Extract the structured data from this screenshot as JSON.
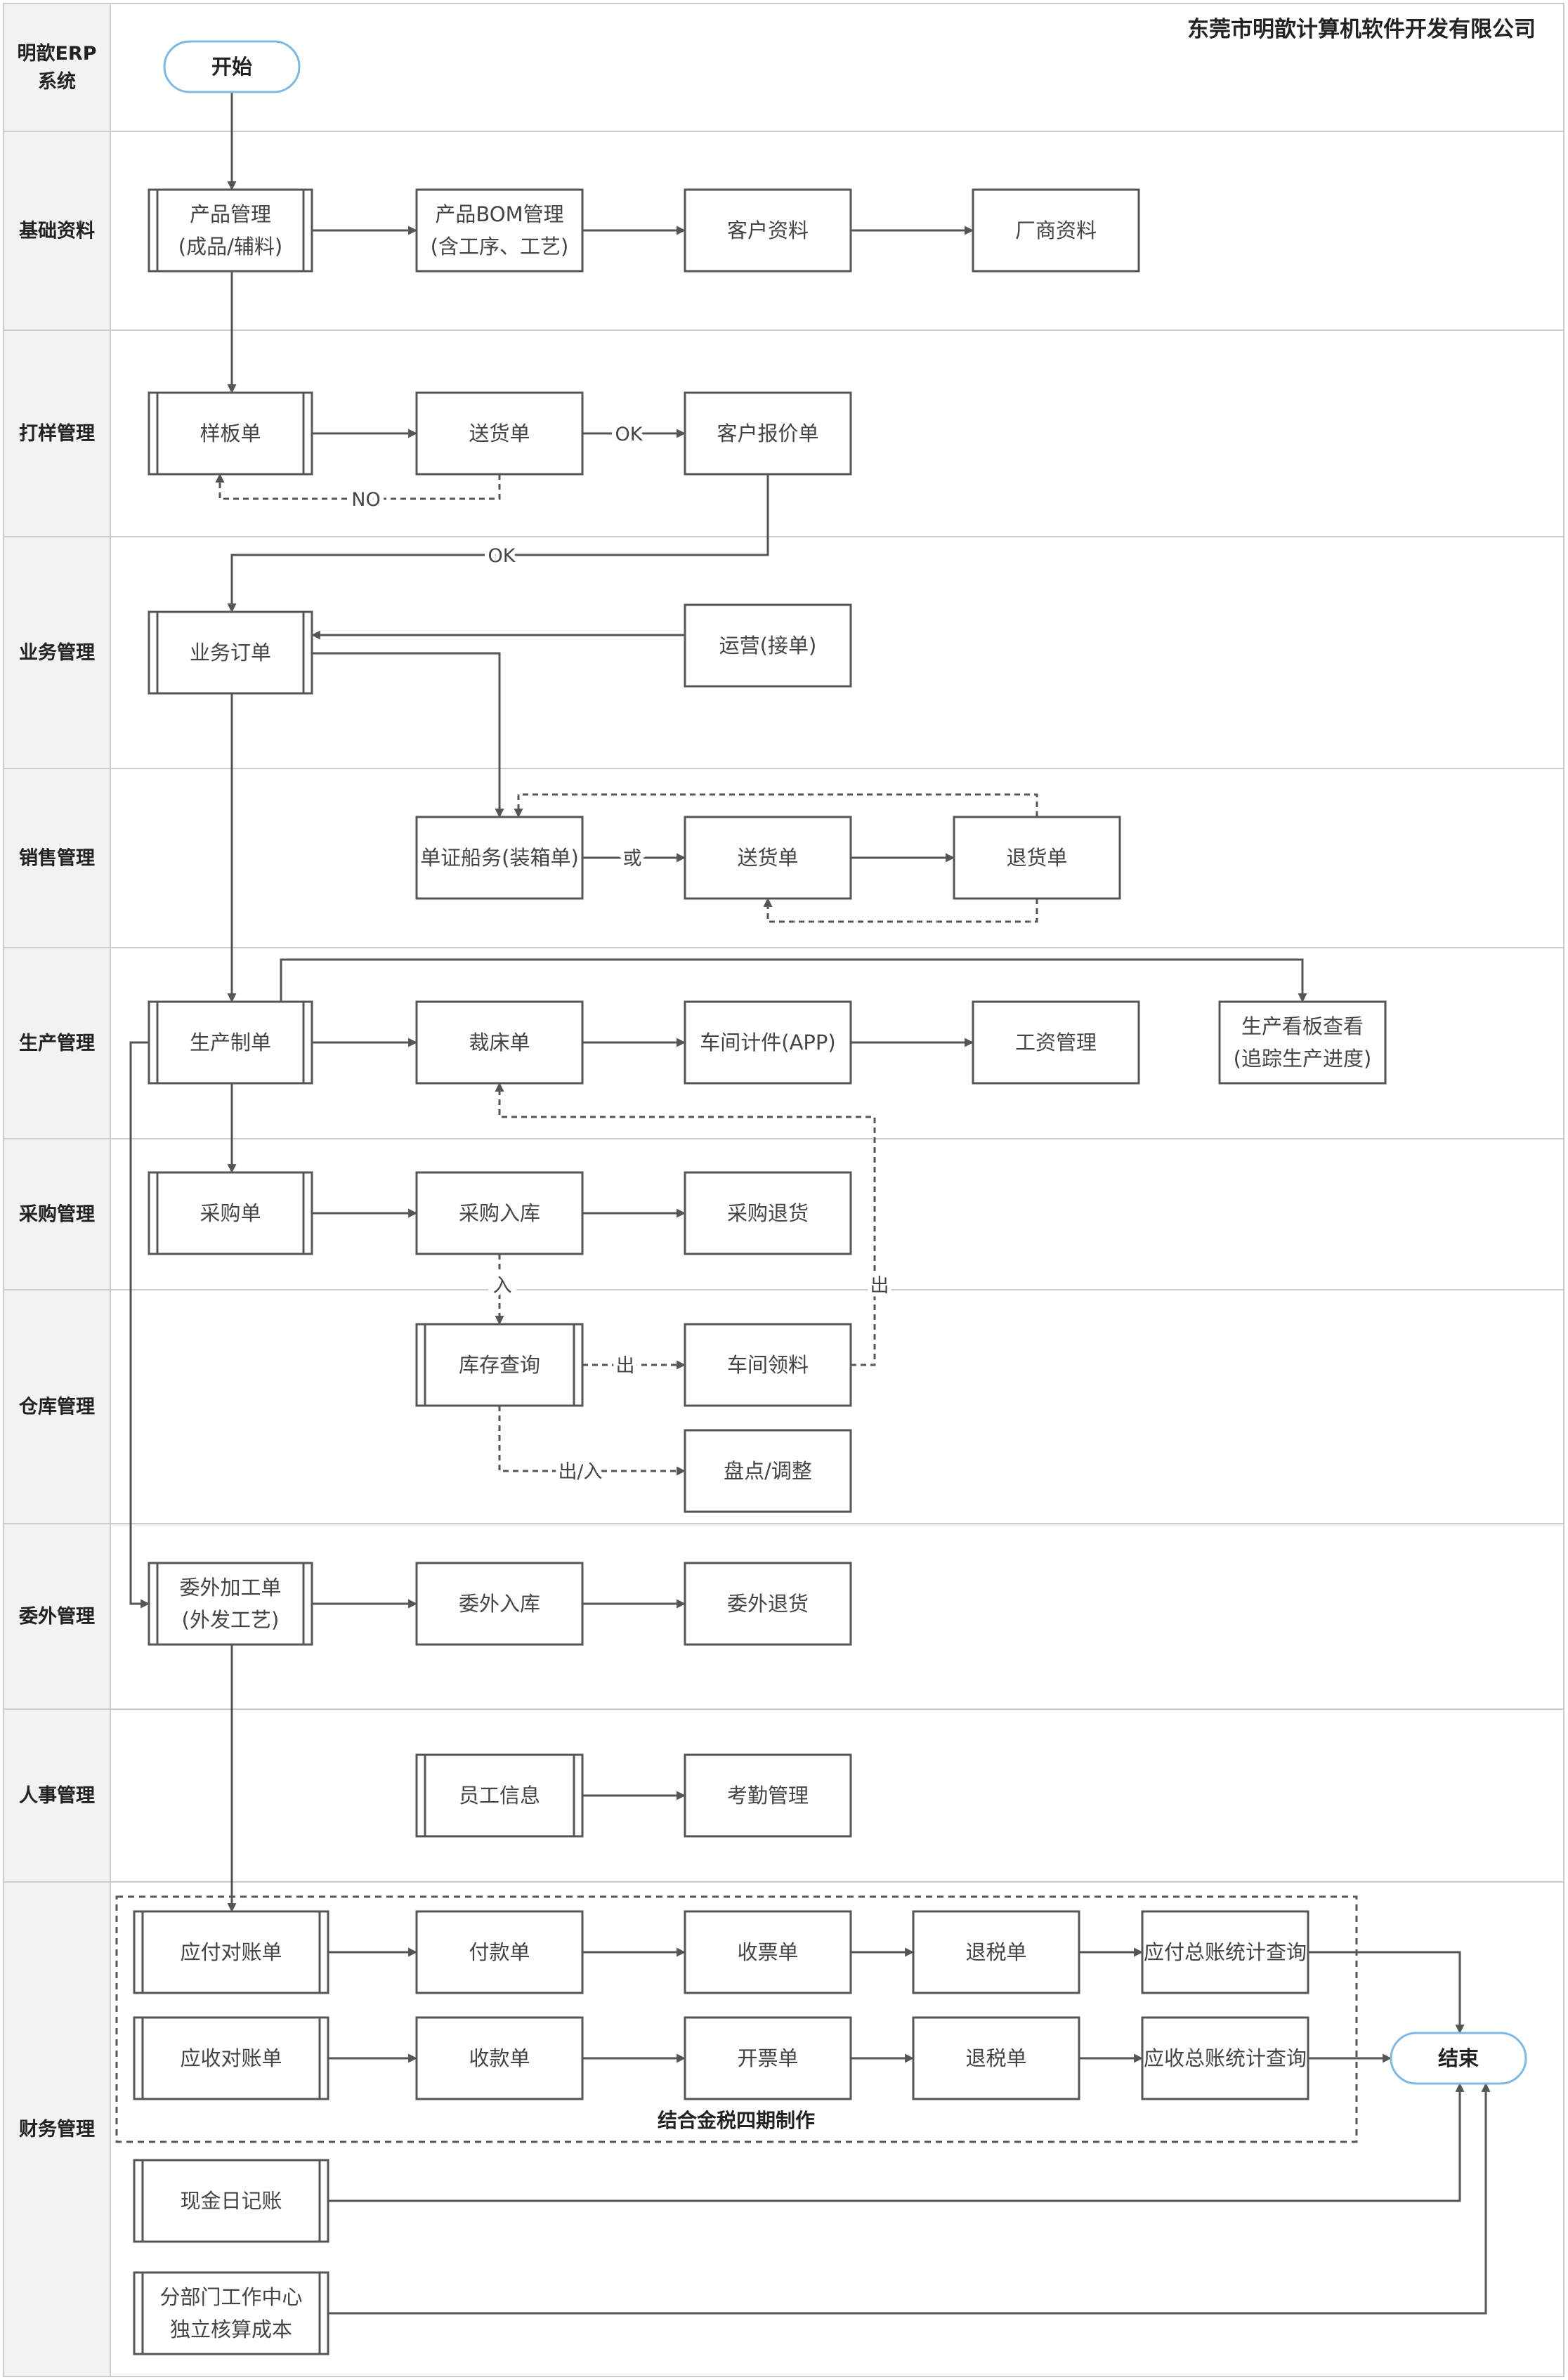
{
  "company": "东莞市明歆计算机软件开发有限公司",
  "lanes": [
    {
      "id": "system",
      "label": [
        "明歆ERP",
        "系统"
      ]
    },
    {
      "id": "basic",
      "label": [
        "基础资料"
      ]
    },
    {
      "id": "sample",
      "label": [
        "打样管理"
      ]
    },
    {
      "id": "business",
      "label": [
        "业务管理"
      ]
    },
    {
      "id": "sales",
      "label": [
        "销售管理"
      ]
    },
    {
      "id": "production",
      "label": [
        "生产管理"
      ]
    },
    {
      "id": "purchase",
      "label": [
        "采购管理"
      ]
    },
    {
      "id": "warehouse",
      "label": [
        "仓库管理"
      ]
    },
    {
      "id": "outsource",
      "label": [
        "委外管理"
      ]
    },
    {
      "id": "hr",
      "label": [
        "人事管理"
      ]
    },
    {
      "id": "finance",
      "label": [
        "财务管理"
      ]
    }
  ],
  "nodes": [
    {
      "id": "start",
      "type": "terminal",
      "label": [
        "开始"
      ]
    },
    {
      "id": "product",
      "type": "process",
      "label": [
        "产品管理",
        "(成品/辅料)"
      ]
    },
    {
      "id": "bom",
      "type": "box",
      "label": [
        "产品BOM管理",
        "(含工序、工艺)"
      ]
    },
    {
      "id": "customer",
      "type": "box",
      "label": [
        "客户资料"
      ]
    },
    {
      "id": "vendor",
      "type": "box",
      "label": [
        "厂商资料"
      ]
    },
    {
      "id": "sample_order",
      "type": "process",
      "label": [
        "样板单"
      ]
    },
    {
      "id": "sample_delivery",
      "type": "box",
      "label": [
        "送货单"
      ]
    },
    {
      "id": "quote",
      "type": "box",
      "label": [
        "客户报价单"
      ]
    },
    {
      "id": "order",
      "type": "process",
      "label": [
        "业务订单"
      ]
    },
    {
      "id": "ops",
      "type": "box",
      "label": [
        "运营(接单)"
      ]
    },
    {
      "id": "docs",
      "type": "box",
      "label": [
        "单证船务(装箱单)"
      ]
    },
    {
      "id": "sales_delivery",
      "type": "box",
      "label": [
        "送货单"
      ]
    },
    {
      "id": "return",
      "type": "box",
      "label": [
        "退货单"
      ]
    },
    {
      "id": "prod_order",
      "type": "process",
      "label": [
        "生产制单"
      ]
    },
    {
      "id": "cutting",
      "type": "box",
      "label": [
        "裁床单"
      ]
    },
    {
      "id": "piecework",
      "type": "box",
      "label": [
        "车间计件(APP)"
      ]
    },
    {
      "id": "wage",
      "type": "box",
      "label": [
        "工资管理"
      ]
    },
    {
      "id": "board",
      "type": "box",
      "label": [
        "生产看板查看",
        "(追踪生产进度)"
      ]
    },
    {
      "id": "po",
      "type": "process",
      "label": [
        "采购单"
      ]
    },
    {
      "id": "po_in",
      "type": "box",
      "label": [
        "采购入库"
      ]
    },
    {
      "id": "po_return",
      "type": "box",
      "label": [
        "采购退货"
      ]
    },
    {
      "id": "stock",
      "type": "process",
      "label": [
        "库存查询"
      ]
    },
    {
      "id": "pick",
      "type": "box",
      "label": [
        "车间领料"
      ]
    },
    {
      "id": "inventory",
      "type": "box",
      "label": [
        "盘点/调整"
      ]
    },
    {
      "id": "out_order",
      "type": "process",
      "label": [
        "委外加工单",
        "(外发工艺)"
      ]
    },
    {
      "id": "out_in",
      "type": "box",
      "label": [
        "委外入库"
      ]
    },
    {
      "id": "out_return",
      "type": "box",
      "label": [
        "委外退货"
      ]
    },
    {
      "id": "staff",
      "type": "process",
      "label": [
        "员工信息"
      ]
    },
    {
      "id": "attendance",
      "type": "box",
      "label": [
        "考勤管理"
      ]
    },
    {
      "id": "ap",
      "type": "process",
      "label": [
        "应付对账单"
      ]
    },
    {
      "id": "pay",
      "type": "box",
      "label": [
        "付款单"
      ]
    },
    {
      "id": "recv_inv",
      "type": "box",
      "label": [
        "收票单"
      ]
    },
    {
      "id": "tax_ret1",
      "type": "box",
      "label": [
        "退税单"
      ]
    },
    {
      "id": "ap_total",
      "type": "box",
      "label": [
        "应付总账统计查询"
      ]
    },
    {
      "id": "ar",
      "type": "process",
      "label": [
        "应收对账单"
      ]
    },
    {
      "id": "receipt",
      "type": "box",
      "label": [
        "收款单"
      ]
    },
    {
      "id": "issue_inv",
      "type": "box",
      "label": [
        "开票单"
      ]
    },
    {
      "id": "tax_ret2",
      "type": "box",
      "label": [
        "退税单"
      ]
    },
    {
      "id": "ar_total",
      "type": "box",
      "label": [
        "应收总账统计查询"
      ]
    },
    {
      "id": "cash",
      "type": "process",
      "label": [
        "现金日记账"
      ]
    },
    {
      "id": "dept",
      "type": "process",
      "label": [
        "分部门工作中心",
        "独立核算成本"
      ]
    },
    {
      "id": "end",
      "type": "terminal",
      "label": [
        "结束"
      ]
    }
  ],
  "edge_labels": {
    "ok1": "OK",
    "no": "NO",
    "ok2": "OK",
    "or": "或",
    "in": "入",
    "out1": "出",
    "out2": "出",
    "inout": "出/入"
  },
  "group_label": "结合金税四期制作",
  "colors": {
    "line": "#555555",
    "lane_bg": "#f2f2f2",
    "border": "#cccccc",
    "terminal": "#7fb8e0"
  }
}
